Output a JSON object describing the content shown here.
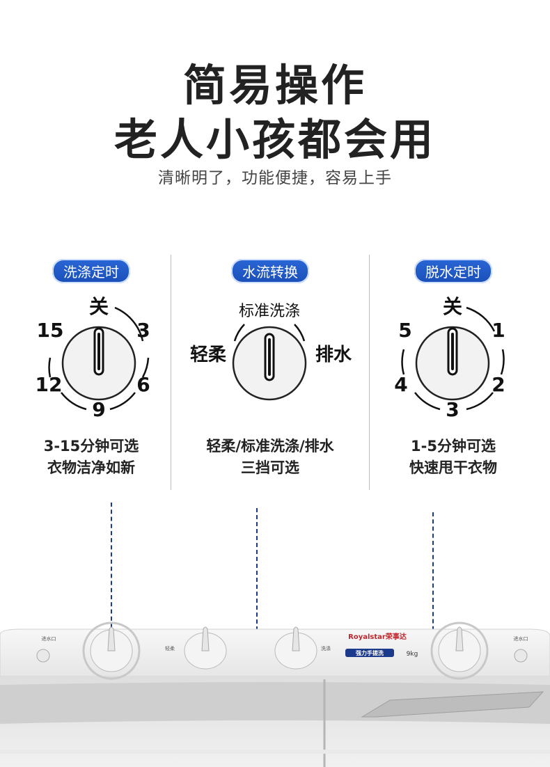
{
  "header": {
    "title_line1": "简易操作",
    "title_line2": "老人小孩都会用",
    "subtitle": "清晰明了，功能便捷，容易上手"
  },
  "columns": [
    {
      "badge": "洗涤定时",
      "labels": {
        "top": "关",
        "top_right": "3",
        "bottom_right": "6",
        "bottom": "9",
        "bottom_left": "12",
        "top_left": "15"
      },
      "caption_line1": "3-15分钟可选",
      "caption_line2": "衣物洁净如新"
    },
    {
      "badge": "水流转换",
      "labels": {
        "top": "标准洗涤",
        "left": "轻柔",
        "right": "排水"
      },
      "caption_line1": "轻柔/标准洗涤/排水",
      "caption_line2": "三挡可选"
    },
    {
      "badge": "脱水定时",
      "labels": {
        "top": "关",
        "top_right": "1",
        "bottom_right": "2",
        "bottom": "3",
        "bottom_left": "4",
        "top_left": "5"
      },
      "caption_line1": "1-5分钟可选",
      "caption_line2": "快速甩干衣物"
    }
  ],
  "panel": {
    "brand": "Royalstar荣事达",
    "slogan": "强力手搓洗",
    "capacity": "9kg",
    "left_label": "进水口",
    "right_label": "进水口",
    "knob_label_soft": "轻柔",
    "knob_label_wash": "洗涤"
  },
  "colors": {
    "accent": "#1a4fb8",
    "title": "#222222",
    "dash": "#1a3a8a"
  }
}
